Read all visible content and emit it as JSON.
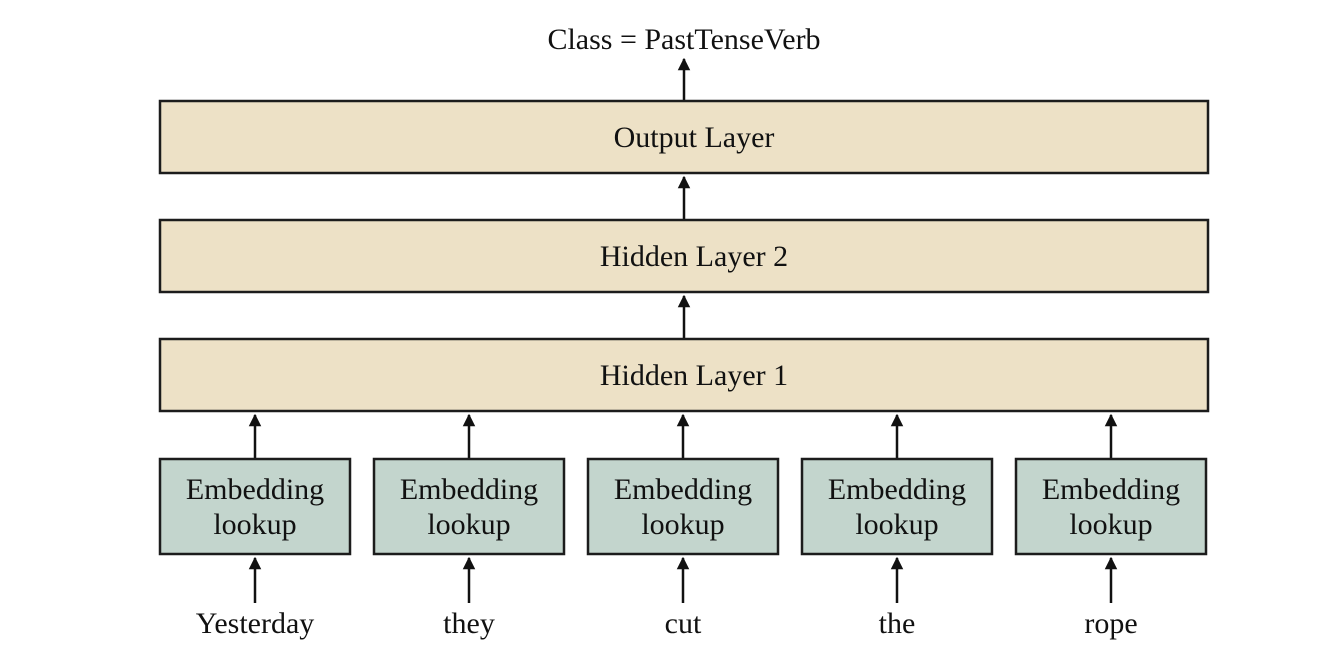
{
  "output_class": "Class = PastTenseVerb",
  "layers": [
    {
      "label": "Output Layer"
    },
    {
      "label": "Hidden Layer 2"
    },
    {
      "label": "Hidden Layer 1"
    }
  ],
  "embedding": {
    "line1": "Embedding",
    "line2": "lookup"
  },
  "words": [
    "Yesterday",
    "they",
    "cut",
    "the",
    "rope"
  ],
  "colors": {
    "layer_fill": "#ede1c6",
    "embedding_fill": "#c3d5cd",
    "stroke": "#1c1c1c",
    "text": "#111111"
  }
}
